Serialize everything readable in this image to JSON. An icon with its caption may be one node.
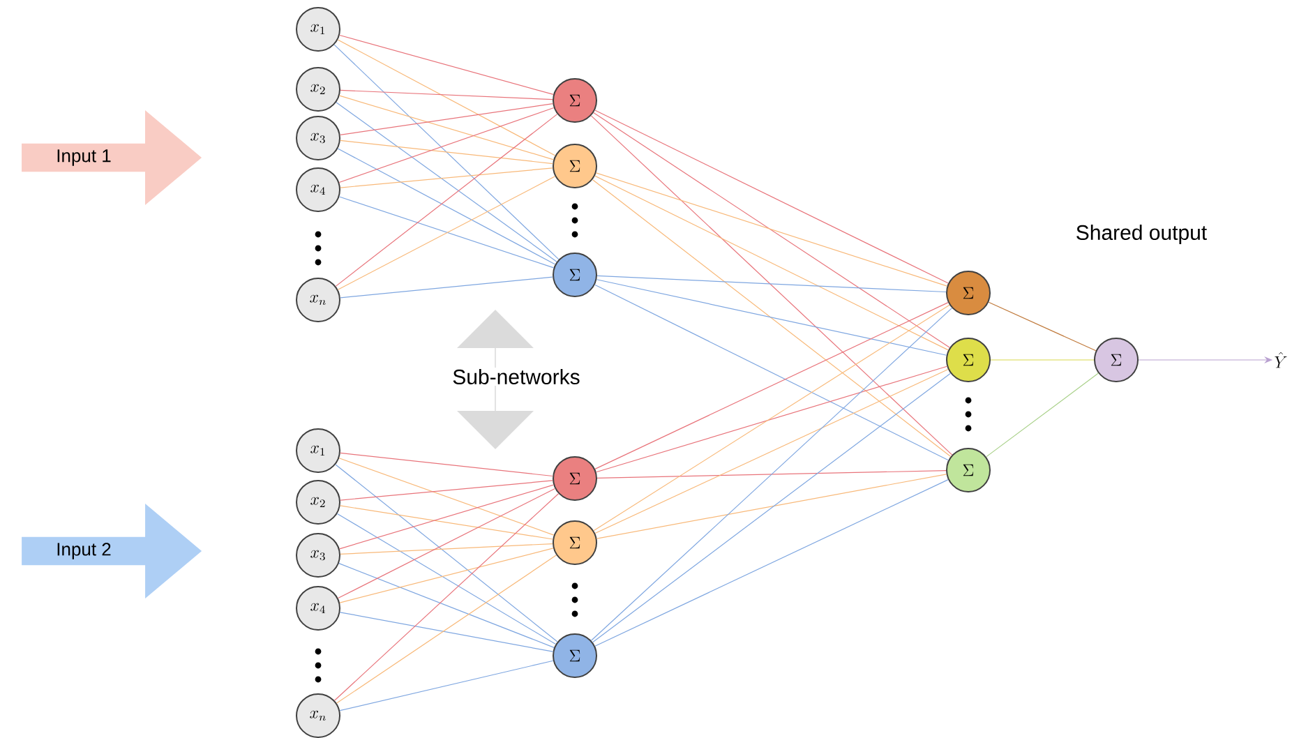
{
  "diagram": {
    "nodes": [
      {
        "text": [
          "Input 1"
        ]
      },
      {
        "text": [
          "Input 2"
        ]
      },
      {
        "text": [
          "x_1"
        ]
      },
      {
        "text": [
          "x_2"
        ]
      },
      {
        "text": [
          "x_3"
        ]
      },
      {
        "text": [
          "x_4"
        ]
      },
      {
        "text": [
          "x_n"
        ]
      },
      {
        "text": [
          "\\Sigma"
        ]
      },
      {
        "text": [
          "\\Sigma"
        ]
      },
      {
        "text": [
          "\\Sigma"
        ]
      },
      {
        "text": [
          "x_1"
        ]
      },
      {
        "text": [
          "x_2"
        ]
      },
      {
        "text": [
          "x_3"
        ]
      },
      {
        "text": [
          "x_4"
        ]
      },
      {
        "text": [
          "x_n"
        ]
      },
      {
        "text": [
          "\\Sigma"
        ]
      },
      {
        "text": [
          "\\Sigma"
        ]
      },
      {
        "text": [
          "\\Sigma"
        ]
      },
      {
        "text": [
          "\\Sigma"
        ]
      },
      {
        "text": [
          "\\Sigma"
        ]
      },
      {
        "text": [
          "\\Sigma"
        ]
      },
      {
        "text": [
          "\\Sigma"
        ]
      },
      {
        "text": [
          "\\hat{Y}"
        ]
      }
    ],
    "edges": [
      {
        "from": 2,
        "to": 7,
        "arrow": "none",
        "color": "#e8737a"
      },
      {
        "from": 2,
        "to": 8,
        "arrow": "none",
        "color": "#f8b878"
      },
      {
        "from": 2,
        "to": 9,
        "arrow": "none",
        "color": "#7ea6e0"
      },
      {
        "from": 3,
        "to": 7,
        "arrow": "none",
        "color": "#e8737a"
      },
      {
        "from": 3,
        "to": 8,
        "arrow": "none",
        "color": "#f8b878"
      },
      {
        "from": 3,
        "to": 9,
        "arrow": "none",
        "color": "#7ea6e0"
      },
      {
        "from": 4,
        "to": 7,
        "arrow": "none",
        "color": "#e8737a"
      },
      {
        "from": 4,
        "to": 8,
        "arrow": "none",
        "color": "#f8b878"
      },
      {
        "from": 4,
        "to": 9,
        "arrow": "none",
        "color": "#7ea6e0"
      },
      {
        "from": 5,
        "to": 7,
        "arrow": "none",
        "color": "#e8737a"
      },
      {
        "from": 5,
        "to": 8,
        "arrow": "none",
        "color": "#f8b878"
      },
      {
        "from": 5,
        "to": 9,
        "arrow": "none",
        "color": "#7ea6e0"
      },
      {
        "from": 6,
        "to": 7,
        "arrow": "none",
        "color": "#e8737a"
      },
      {
        "from": 6,
        "to": 8,
        "arrow": "none",
        "color": "#f8b878"
      },
      {
        "from": 6,
        "to": 9,
        "arrow": "none",
        "color": "#7ea6e0"
      },
      {
        "from": 10,
        "to": 15,
        "arrow": "none",
        "color": "#e8737a"
      },
      {
        "from": 10,
        "to": 16,
        "arrow": "none",
        "color": "#f8b878"
      },
      {
        "from": 10,
        "to": 17,
        "arrow": "none",
        "color": "#7ea6e0"
      },
      {
        "from": 11,
        "to": 15,
        "arrow": "none",
        "color": "#e8737a"
      },
      {
        "from": 11,
        "to": 16,
        "arrow": "none",
        "color": "#f8b878"
      },
      {
        "from": 11,
        "to": 17,
        "arrow": "none",
        "color": "#7ea6e0"
      },
      {
        "from": 12,
        "to": 15,
        "arrow": "none",
        "color": "#e8737a"
      },
      {
        "from": 12,
        "to": 16,
        "arrow": "none",
        "color": "#f8b878"
      },
      {
        "from": 12,
        "to": 17,
        "arrow": "none",
        "color": "#7ea6e0"
      },
      {
        "from": 13,
        "to": 15,
        "arrow": "none",
        "color": "#e8737a"
      },
      {
        "from": 13,
        "to": 16,
        "arrow": "none",
        "color": "#f8b878"
      },
      {
        "from": 13,
        "to": 17,
        "arrow": "none",
        "color": "#7ea6e0"
      },
      {
        "from": 14,
        "to": 15,
        "arrow": "none",
        "color": "#e8737a"
      },
      {
        "from": 14,
        "to": 16,
        "arrow": "none",
        "color": "#f8b878"
      },
      {
        "from": 14,
        "to": 17,
        "arrow": "none",
        "color": "#7ea6e0"
      },
      {
        "from": 7,
        "to": 18,
        "arrow": "none",
        "color": "#e8737a"
      },
      {
        "from": 7,
        "to": 19,
        "arrow": "none",
        "color": "#e8737a"
      },
      {
        "from": 7,
        "to": 20,
        "arrow": "none",
        "color": "#e8737a"
      },
      {
        "from": 8,
        "to": 18,
        "arrow": "none",
        "color": "#f8b878"
      },
      {
        "from": 8,
        "to": 19,
        "arrow": "none",
        "color": "#f8b878"
      },
      {
        "from": 8,
        "to": 20,
        "arrow": "none",
        "color": "#f8b878"
      },
      {
        "from": 9,
        "to": 18,
        "arrow": "none",
        "color": "#7ea6e0"
      },
      {
        "from": 9,
        "to": 19,
        "arrow": "none",
        "color": "#7ea6e0"
      },
      {
        "from": 9,
        "to": 20,
        "arrow": "none",
        "color": "#7ea6e0"
      },
      {
        "from": 15,
        "to": 18,
        "arrow": "none",
        "color": "#e8737a"
      },
      {
        "from": 15,
        "to": 19,
        "arrow": "none",
        "color": "#e8737a"
      },
      {
        "from": 15,
        "to": 20,
        "arrow": "none",
        "color": "#e8737a"
      },
      {
        "from": 16,
        "to": 18,
        "arrow": "none",
        "color": "#f8b878"
      },
      {
        "from": 16,
        "to": 19,
        "arrow": "none",
        "color": "#f8b878"
      },
      {
        "from": 16,
        "to": 20,
        "arrow": "none",
        "color": "#f8b878"
      },
      {
        "from": 17,
        "to": 18,
        "arrow": "none",
        "color": "#7ea6e0"
      },
      {
        "from": 17,
        "to": 19,
        "arrow": "none",
        "color": "#7ea6e0"
      },
      {
        "from": 17,
        "to": 20,
        "arrow": "none",
        "color": "#7ea6e0"
      },
      {
        "from": 18,
        "to": 21,
        "arrow": "none",
        "color": "#c07a3c"
      },
      {
        "from": 19,
        "to": 21,
        "arrow": "none",
        "color": "#d8d84a"
      },
      {
        "from": 20,
        "to": 21,
        "arrow": "none",
        "color": "#a8d088"
      },
      {
        "from": 21,
        "to": 22,
        "arrow": "to",
        "color": "#b8a0d0"
      }
    ],
    "labels": [
      "Sub-networks",
      "Shared output"
    ]
  }
}
